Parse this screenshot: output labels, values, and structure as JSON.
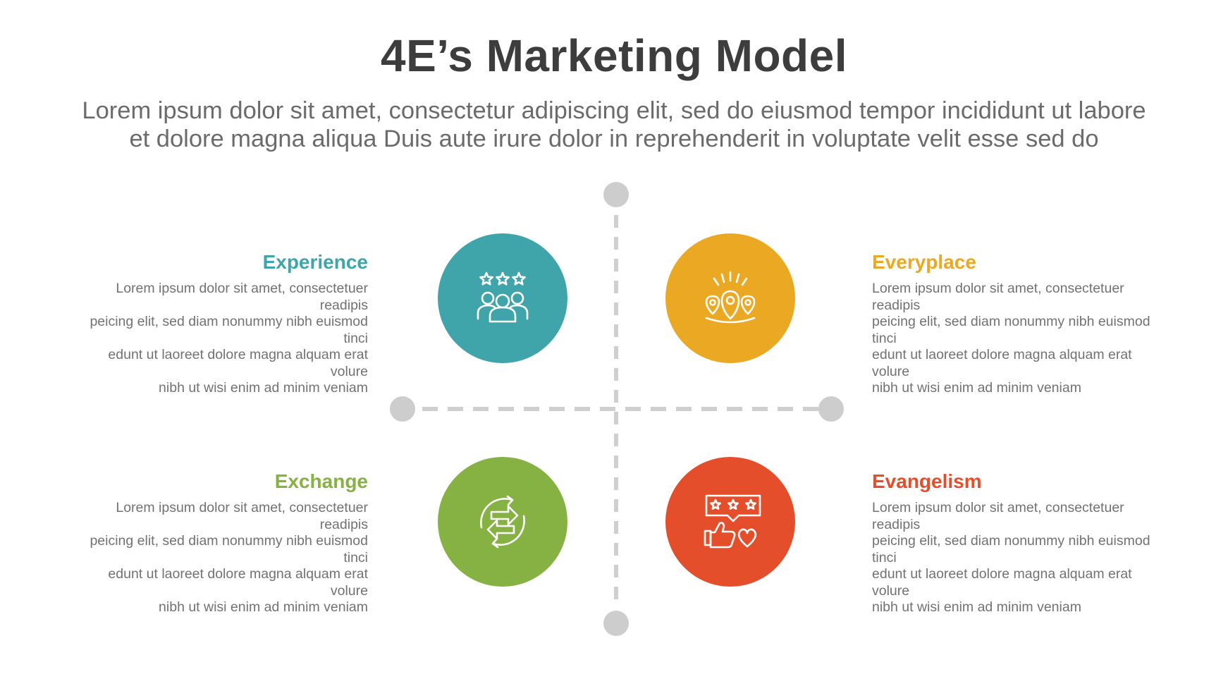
{
  "title": "4E’s Marketing Model",
  "subtitle": {
    "line1": "Lorem ipsum dolor sit amet, consectetur adipiscing elit, sed do eiusmod tempor incididunt ut labore",
    "line2": "et dolore magna aliqua Duis aute irure dolor in reprehenderit in voluptate velit esse sed do"
  },
  "colors": {
    "title": "#3d3d3d",
    "text": "#727272",
    "connector": "#cfcfcf",
    "node": "#cdcdcd"
  },
  "items": [
    {
      "name": "Experience",
      "color": "#3fa5aa",
      "icon": "people-rating-icon",
      "lines": [
        "Lorem ipsum dolor sit amet, consectetuer readipis",
        "peicing elit, sed diam nonummy nibh euismod tinci",
        "edunt ut laoreet dolore magna alquam erat volure",
        "nibh ut wisi enim ad minim veniam"
      ]
    },
    {
      "name": "Everyplace",
      "color": "#eba823",
      "icon": "location-pins-icon",
      "lines": [
        "Lorem ipsum dolor sit amet, consectetuer readipis",
        "peicing elit, sed diam nonummy nibh euismod tinci",
        "edunt ut laoreet dolore magna alquam erat volure",
        "nibh ut wisi enim ad minim veniam"
      ]
    },
    {
      "name": "Exchange",
      "color": "#86b143",
      "icon": "exchange-arrows-icon",
      "lines": [
        "Lorem ipsum dolor sit amet, consectetuer readipis",
        "peicing elit, sed diam nonummy nibh euismod tinci",
        "edunt ut laoreet dolore magna alquam erat volure",
        "nibh ut wisi enim ad minim veniam"
      ]
    },
    {
      "name": "Evangelism",
      "color": "#e44e2a",
      "icon": "review-like-icon",
      "lines": [
        "Lorem ipsum dolor sit amet, consectetuer readipis",
        "peicing elit, sed diam nonummy nibh euismod tinci",
        "edunt ut laoreet dolore magna alquam erat volure",
        "nibh ut wisi enim ad minim veniam"
      ]
    }
  ]
}
